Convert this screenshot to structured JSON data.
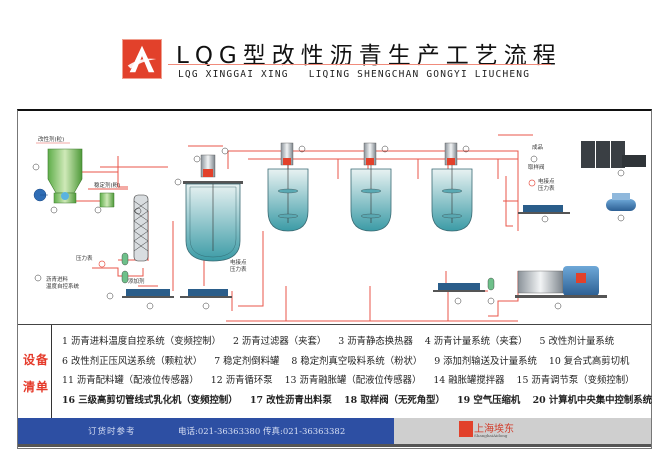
{
  "header": {
    "title": "LQG型改性沥青生产工艺流程",
    "subtitle_left": "LQG XINGGAI XING",
    "subtitle_right": "LIQING SHENGCHAN GONGYI LIUCHENG",
    "brand_color": "#e2412b"
  },
  "diagram": {
    "labels": {
      "modifier_granular": "改性剂(粒)",
      "stabilizer_powder": "稳定剂(粉)",
      "pressure_gauge": "压力表",
      "asphalt_feed": "沥青进料",
      "temp_control": "温度自控系统",
      "additive": "添加剂",
      "motor_pressure_1": "电接点",
      "motor_pressure_2": "压力表",
      "product": "成品",
      "sampling_valve": "取样阀",
      "motor_pressure_right_1": "电接点",
      "motor_pressure_right_2": "压力表"
    },
    "callouts": [
      "1",
      "2",
      "3",
      "4",
      "5",
      "6",
      "7",
      "8",
      "9",
      "10",
      "11",
      "12",
      "13",
      "14",
      "15",
      "16",
      "17",
      "18",
      "19",
      "20"
    ]
  },
  "equipment_list": {
    "label_line1": "设备",
    "label_line2": "清单",
    "rows": [
      [
        "1 沥青进料温度自控系统（变频控制）",
        "2 沥青过滤器（夹套）",
        "3 沥青静态换热器",
        "4 沥青计量系统（夹套）",
        "5 改性剂计量系统"
      ],
      [
        "6 改性剂正压风送系统（颗粒状）",
        "7 稳定剂倒料罐",
        "8 稳定剂真空吸料系统（粉状）",
        "9 添加剂输送及计量系统",
        "10 复合式高剪切机"
      ],
      [
        "11 沥青配料罐（配液位传感器）",
        "12 沥青循环泵",
        "13 沥青融胀罐（配液位传感器）",
        "14 融胀罐搅拌器",
        "15 沥青调节泵（变频控制）"
      ],
      [
        "16 三级高剪切管线式乳化机（变频控制）",
        "17 改性沥青出料泵",
        "18 取样阀（无死角型）",
        "19 空气压缩机",
        "20 计算机中央集中控制系统"
      ]
    ]
  },
  "footer": {
    "order_note": "订货时参考",
    "phone": "电话:021-36363380",
    "fax": "传真:021-36363382",
    "brand_cn": "上海埃东",
    "brand_en": "ShanghaiAidong",
    "bar_color": "#2d4fa3"
  }
}
